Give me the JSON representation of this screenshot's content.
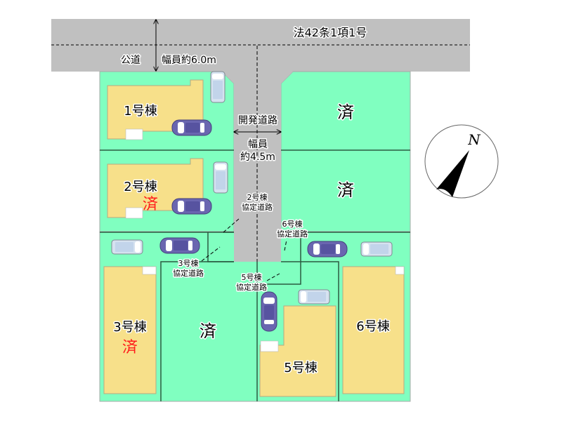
{
  "title": "区画図",
  "road": {
    "name": "法42条1項1号",
    "label": "公道",
    "width": "幅員約6.0m"
  },
  "dev_road": {
    "label": "開発道路",
    "width_line1": "幅員",
    "width_line2": "約4.5m"
  },
  "agreement_roads": [
    {
      "line1": "2号棟",
      "line2": "協定道路"
    },
    {
      "line1": "3号棟",
      "line2": "協定道路"
    },
    {
      "line1": "5号棟",
      "line2": "協定道路"
    },
    {
      "line1": "6号棟",
      "line2": "協定道路"
    }
  ],
  "lots": [
    {
      "id": "lot-1",
      "name": "1号棟",
      "sold_mark": ""
    },
    {
      "id": "lot-2",
      "name": "2号棟",
      "sold_mark": "済"
    },
    {
      "id": "lot-3",
      "name": "3号棟",
      "sold_mark": "済"
    },
    {
      "id": "lot-4",
      "name": "",
      "sold_mark": "済"
    },
    {
      "id": "lot-5",
      "name": "5号棟",
      "sold_mark": ""
    },
    {
      "id": "lot-6",
      "name": "6号棟",
      "sold_mark": ""
    },
    {
      "id": "lot-right-top",
      "name": "",
      "sold_mark": "済"
    },
    {
      "id": "lot-right-mid",
      "name": "",
      "sold_mark": "済"
    }
  ],
  "compass": {
    "label": "N"
  },
  "colors": {
    "road": "#c0c0c0",
    "lot": "#80ffc0",
    "building": "#f7e08a",
    "sold_red": "#ff1a1a",
    "sedan": "#6a66b0",
    "van": "#c8d8ec"
  }
}
